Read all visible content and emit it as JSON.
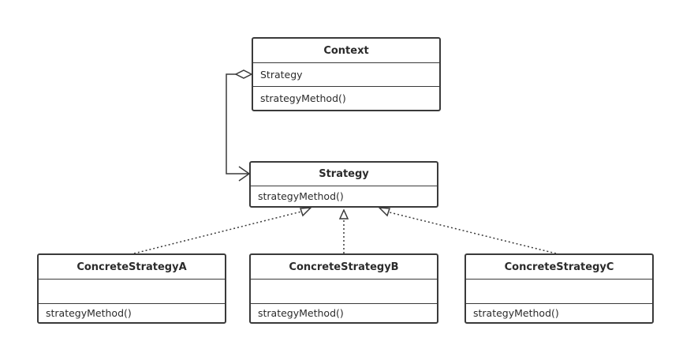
{
  "diagram": {
    "classes": {
      "context": {
        "name": "Context",
        "attributes": [
          "Strategy"
        ],
        "operations": [
          "strategyMethod()"
        ]
      },
      "strategy": {
        "name": "Strategy",
        "operations": [
          "strategyMethod()"
        ]
      },
      "concrete_a": {
        "name": "ConcreteStrategyA",
        "attributes": [
          ""
        ],
        "operations": [
          "strategyMethod()"
        ]
      },
      "concrete_b": {
        "name": "ConcreteStrategyB",
        "attributes": [
          ""
        ],
        "operations": [
          "strategyMethod()"
        ]
      },
      "concrete_c": {
        "name": "ConcreteStrategyC",
        "attributes": [
          ""
        ],
        "operations": [
          "strategyMethod()"
        ]
      }
    },
    "relationships": [
      {
        "type": "aggregation",
        "from": "Context",
        "to": "Strategy"
      },
      {
        "type": "realization",
        "from": "ConcreteStrategyA",
        "to": "Strategy"
      },
      {
        "type": "realization",
        "from": "ConcreteStrategyB",
        "to": "Strategy"
      },
      {
        "type": "realization",
        "from": "ConcreteStrategyC",
        "to": "Strategy"
      }
    ],
    "colors": {
      "line": "#3a3a3a",
      "background": "#ffffff"
    }
  }
}
